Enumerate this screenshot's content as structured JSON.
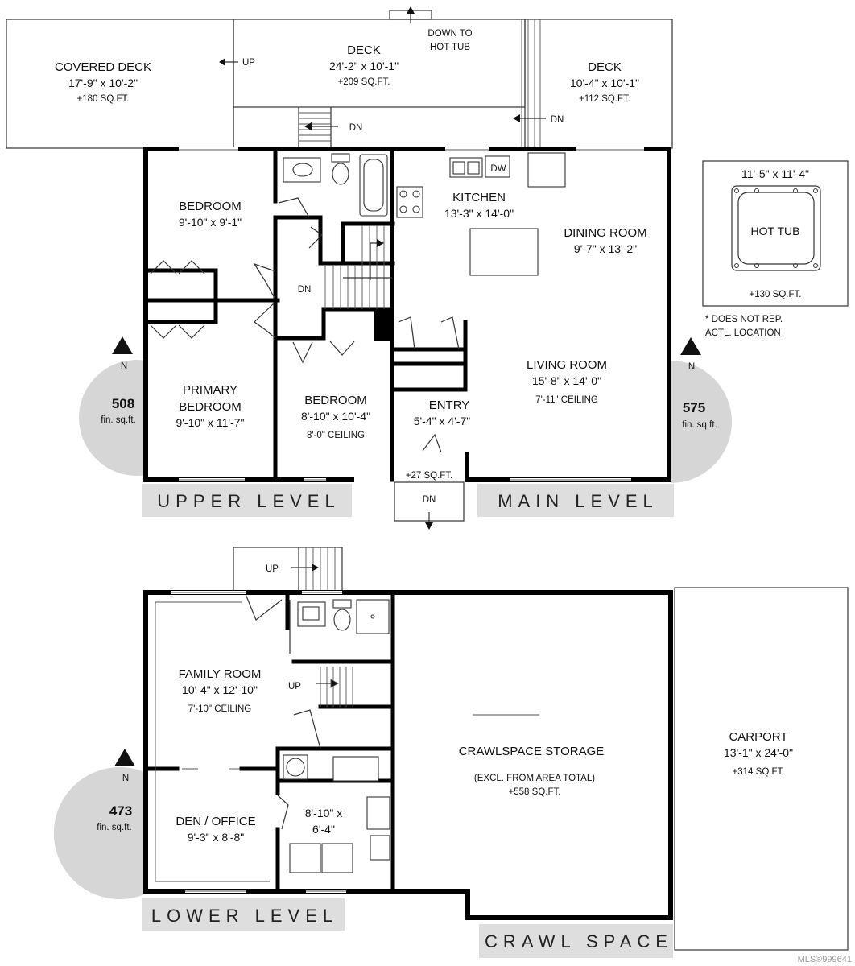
{
  "rooms": {
    "covered_deck": {
      "name": "COVERED DECK",
      "dim": "17'-9\" x 10'-2\"",
      "area": "+180 SQ.FT."
    },
    "deck_center": {
      "name": "DECK",
      "dim": "24'-2\" x 10'-1\"",
      "area": "+209 SQ.FT."
    },
    "deck_right": {
      "name": "DECK",
      "dim": "10'-4\" x 10'-1\"",
      "area": "+112 SQ.FT."
    },
    "hot_tub": {
      "dim": "11'-5\" x 11'-4\"",
      "name": "HOT TUB",
      "area": "+130 SQ.FT."
    },
    "bedroom_upper": {
      "name": "BEDROOM",
      "dim": "9'-10\" x 9'-1\""
    },
    "primary_bedroom": {
      "name1": "PRIMARY",
      "name2": "BEDROOM",
      "dim": "9'-10\" x 11'-7\""
    },
    "bedroom_small": {
      "name": "BEDROOM",
      "dim": "8'-10\" x 10'-4\"",
      "ceiling": "8'-0\" CEILING"
    },
    "kitchen": {
      "name": "KITCHEN",
      "dim": "13'-3\" x 14'-0\""
    },
    "dining_room": {
      "name": "DINING ROOM",
      "dim": "9'-7\" x 13'-2\""
    },
    "living_room": {
      "name": "LIVING ROOM",
      "dim": "15'-8\" x 14'-0\"",
      "ceiling": "7'-11\" CEILING"
    },
    "entry": {
      "name": "ENTRY",
      "dim": "5'-4\" x 4'-7\""
    },
    "landing": {
      "area": "+27 SQ.FT."
    },
    "family_room": {
      "name": "FAMILY ROOM",
      "dim": "10'-4\" x 12'-10\"",
      "ceiling": "7'-10\" CEILING"
    },
    "den_office": {
      "name": "DEN / OFFICE",
      "dim": "9'-3\" x 8'-8\""
    },
    "laundry": {
      "dim1": "8'-10\" x",
      "dim2": "6'-4\""
    },
    "crawlspace": {
      "name": "CRAWLSPACE STORAGE",
      "note": "(EXCL. FROM AREA TOTAL)",
      "area": "+558 SQ.FT."
    },
    "carport": {
      "name": "CARPORT",
      "dim": "13'-1\" x 24'-0\"",
      "area": "+314 SQ.FT."
    }
  },
  "labels": {
    "up": "UP",
    "dn": "DN",
    "down_to_1": "DOWN TO",
    "down_to_2": "HOT TUB",
    "dw": "DW",
    "note1": "* DOES NOT REP.",
    "note2": "ACTL. LOCATION",
    "north": "N"
  },
  "levels": {
    "upper": {
      "label": "UPPER LEVEL",
      "sqft": "508",
      "unit": "fin. sq.ft."
    },
    "main": {
      "label": "MAIN LEVEL",
      "sqft": "575",
      "unit": "fin. sq.ft."
    },
    "lower": {
      "label": "LOWER LEVEL",
      "sqft": "473",
      "unit": "fin. sq.ft."
    },
    "crawl": {
      "label": "CRAWL SPACE"
    }
  },
  "watermark": "MLS®999641",
  "colors": {
    "wall": "#000000",
    "label_bg": "#dedede",
    "north_disc": "#d6d6d6"
  }
}
